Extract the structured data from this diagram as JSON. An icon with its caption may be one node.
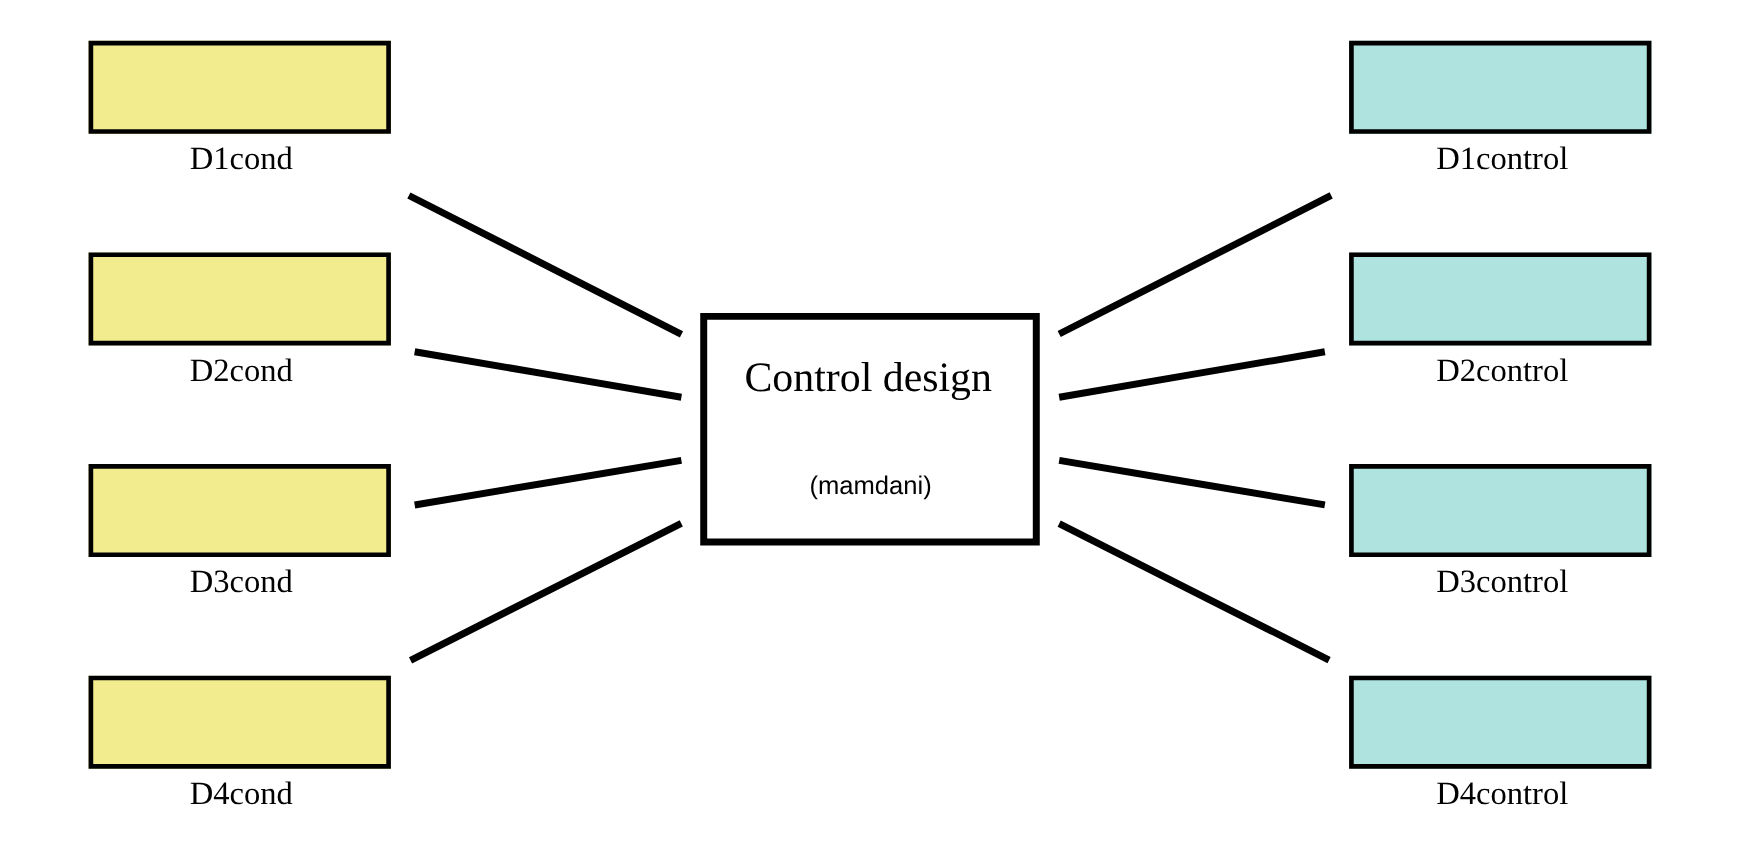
{
  "diagram": {
    "nodes": [
      {
        "text": [
          "D1cond"
        ]
      },
      {
        "text": [
          "D2cond"
        ]
      },
      {
        "text": [
          "D3cond"
        ]
      },
      {
        "text": [
          "D4cond"
        ]
      },
      {
        "text": [
          "Control design",
          "(mamdani)"
        ]
      },
      {
        "text": [
          "D1control"
        ]
      },
      {
        "text": [
          "D2control"
        ]
      },
      {
        "text": [
          "D3control"
        ]
      },
      {
        "text": [
          "D4control"
        ]
      }
    ],
    "edges": [
      {
        "from": 0,
        "to": 4,
        "arrow": "none"
      },
      {
        "from": 1,
        "to": 4,
        "arrow": "none"
      },
      {
        "from": 2,
        "to": 4,
        "arrow": "none"
      },
      {
        "from": 3,
        "to": 4,
        "arrow": "none"
      },
      {
        "from": 4,
        "to": 5,
        "arrow": "none"
      },
      {
        "from": 4,
        "to": 6,
        "arrow": "none"
      },
      {
        "from": 4,
        "to": 7,
        "arrow": "none"
      },
      {
        "from": 4,
        "to": 8,
        "arrow": "none"
      }
    ]
  }
}
